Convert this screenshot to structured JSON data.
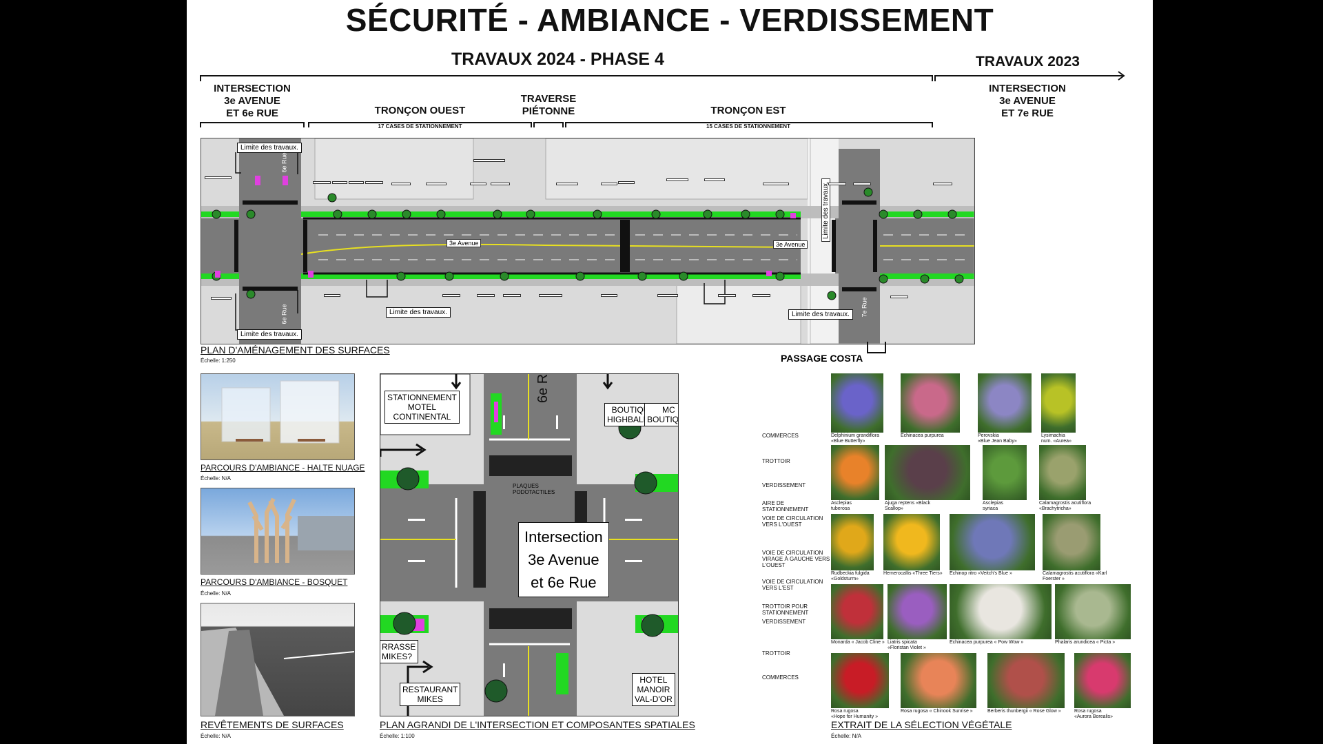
{
  "title": "SÉCURITÉ - AMBIANCE - VERDISSEMENT",
  "phases": {
    "main": "TRAVAUX 2024 - PHASE 4",
    "prev": "TRAVAUX 2023"
  },
  "segments": {
    "inter6": [
      "INTERSECTION",
      "3e AVENUE",
      "ET 6e RUE"
    ],
    "ouest": "TRONÇON OUEST",
    "ouest_sub": "17 CASES DE STATIONNEMENT",
    "traverse": [
      "TRAVERSE",
      "PIÉTONNE"
    ],
    "est": "TRONÇON EST",
    "est_sub": "15 CASES DE STATIONNEMENT",
    "inter7": [
      "INTERSECTION",
      "3e AVENUE",
      "ET 7e RUE"
    ]
  },
  "plan": {
    "limite": "Limite des travaux.",
    "avenue": "3e Avenue",
    "rue6": "6e Rue",
    "rue7": "7e Rue",
    "passage": "PASSAGE COSTA",
    "caption": "PLAN D'AMÉNAGEMENT DES SURFACES",
    "scale": "Échelle: 1:250"
  },
  "photos": [
    {
      "caption": "PARCOURS D'AMBIANCE - HALTE NUAGE",
      "scale": "Échelle: N/A"
    },
    {
      "caption": "PARCOURS D'AMBIANCE - BOSQUET",
      "scale": "Échelle: N/A"
    },
    {
      "caption": "REVÊTEMENTS DE SURFACES",
      "scale": "Échelle: N/A"
    }
  ],
  "detail": {
    "caption": "PLAN AGRANDI DE L'INTERSECTION  ET COMPOSANTES SPATIALES",
    "scale": "Échelle: 1:100",
    "center": [
      "Intersection",
      "3e Avenue",
      "et 6e Rue"
    ],
    "stationnement": [
      "STATIONNEMENT",
      "MOTEL",
      "CONTINENTAL"
    ],
    "boutique": [
      "BOUTIQUE",
      "HIGHBALLER"
    ],
    "mc": [
      "MC",
      "BOUTIQUE"
    ],
    "terrasse": [
      "RRASSE",
      "MIKES?"
    ],
    "restaurant": [
      "RESTAURANT",
      "MIKES"
    ],
    "hotel": [
      "HOTEL",
      "MANOIR",
      "VAL-D'OR"
    ],
    "plaques": [
      "PLAQUES",
      "PODOTACTILES"
    ],
    "rue": "6e R",
    "labels": [
      [
        "COMMERCES"
      ],
      [
        "TROTTOIR"
      ],
      [
        "VERDISSEMENT"
      ],
      [
        "AIRE DE",
        "STATIONNEMENT"
      ],
      [
        "VOIE DE CIRCULATION",
        "VERS L'OUEST"
      ],
      [
        "VOIE DE CIRCULATION",
        "VIRAGE À GAUCHE VERS",
        "L'OUEST"
      ],
      [
        "VOIE DE CIRCULATION",
        "VERS L'EST"
      ],
      [
        "TROTTOIR POUR",
        "STATIONNEMENT"
      ],
      [
        "VERDISSEMENT"
      ],
      [
        "TROTTOIR"
      ],
      [
        "COMMERCES"
      ]
    ]
  },
  "plants": {
    "caption": "EXTRAIT DE LA SÉLECTION VÉGÉTALE",
    "scale": "Échelle: N/A",
    "items": [
      {
        "name": [
          "Delphinium grandiflora",
          "«Blue Butterfly»"
        ],
        "color": "#6a63c9"
      },
      {
        "name": [
          "Echinacea purpurea"
        ],
        "color": "#c9698a"
      },
      {
        "name": [
          "Perovskia",
          "«Blue Jean Baby»"
        ],
        "color": "#8c86c4"
      },
      {
        "name": [
          "Lysimachia",
          "num. «Aurea»"
        ],
        "color": "#b8c226"
      },
      {
        "name": [
          "Asclepias",
          "tuberosa"
        ],
        "color": "#e8822a"
      },
      {
        "name": [
          "Ajuga reptens «Black",
          "Scallop»"
        ],
        "color": "#5a3f4a"
      },
      {
        "name": [
          "Asclepias",
          "syriaca"
        ],
        "color": "#5d9a3c"
      },
      {
        "name": [
          "Calamagrostis acutiflora",
          "«Brachytricha»"
        ],
        "color": "#9aa26c"
      },
      {
        "name": [
          "Rudbeckia fulgida",
          "«Goldsturm»"
        ],
        "color": "#e0a81a"
      },
      {
        "name": [
          "Hemerocallis «Three Tiers»"
        ],
        "color": "#f0b81e"
      },
      {
        "name": [
          "Echinop ritro «Veitch's Blue »"
        ],
        "color": "#6f78b8"
      },
      {
        "name": [
          "Calamagrostis acutiflora «Karl Foerster »"
        ],
        "color": "#9a9c72"
      },
      {
        "name": [
          "Monarda « Jacob Cline »"
        ],
        "color": "#c0303a"
      },
      {
        "name": [
          "Liatris spicata",
          "«Floristan Violet »"
        ],
        "color": "#9a5ec0"
      },
      {
        "name": [
          "Echinacea purpurea « Pow Wow »"
        ],
        "color": "#e9e6e0"
      },
      {
        "name": [
          "Phalaris arundicea « Picta »"
        ],
        "color": "#a9b890"
      },
      {
        "name": [
          "Rosa rugosa",
          "«Hope for Humanity »"
        ],
        "color": "#c81c26"
      },
      {
        "name": [
          "Rosa rugosa « Chinook Sunrise »"
        ],
        "color": "#e88458"
      },
      {
        "name": [
          "Berberis thunbergii « Rose Glow »"
        ],
        "color": "#b0504a"
      },
      {
        "name": [
          "Rosa rugosa",
          "«Aurora Borealis»"
        ],
        "color": "#d83a6e"
      }
    ]
  },
  "colors": {
    "green": "#22d822",
    "road": "#7a7a7a",
    "pink": "#e040e0"
  }
}
